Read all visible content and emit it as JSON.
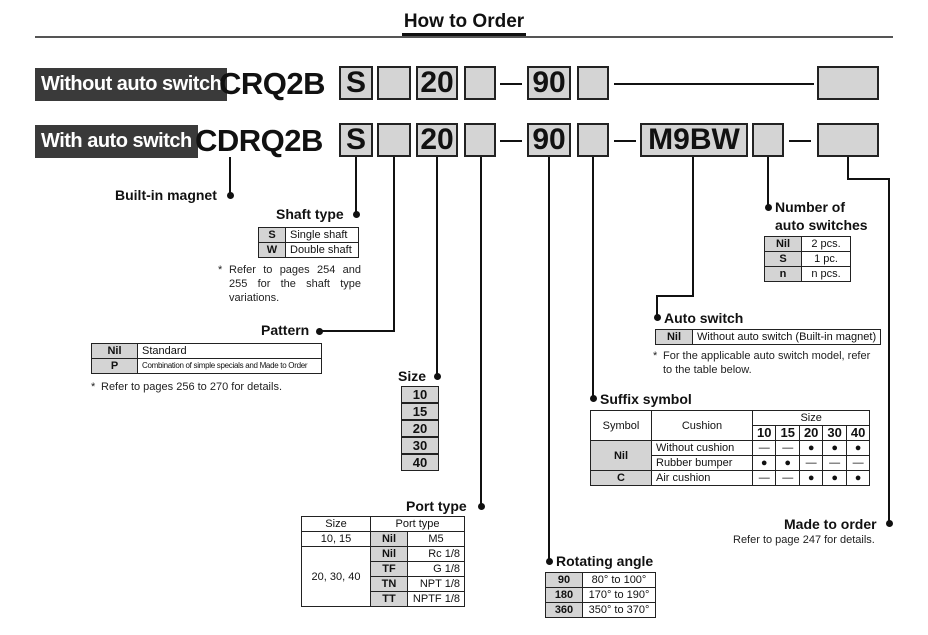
{
  "title": "How to Order",
  "rows": {
    "without_label": "Without auto switch",
    "with_label": "With auto switch",
    "without_prefix": "CRQ2B",
    "with_prefix": "CDRQ2B",
    "shaft_code": "S",
    "size_code": "20",
    "angle_code": "90",
    "switch_code": "M9BW"
  },
  "builtin_magnet": {
    "label": "Built-in magnet"
  },
  "shaft_type": {
    "label": "Shaft type",
    "rows": [
      {
        "code": "S",
        "desc": "Single shaft"
      },
      {
        "code": "W",
        "desc": "Double shaft"
      }
    ],
    "note_mark": "*",
    "note": "Refer to pages 254 and 255 for the shaft type variations."
  },
  "pattern": {
    "label": "Pattern",
    "rows": [
      {
        "code": "Nil",
        "desc": "Standard"
      },
      {
        "code": "P",
        "desc": "Combination of simple specials and Made to Order"
      }
    ],
    "note_mark": "*",
    "note": "Refer to pages 256 to 270 for details."
  },
  "size": {
    "label": "Size",
    "values": [
      "10",
      "15",
      "20",
      "30",
      "40"
    ]
  },
  "port_type": {
    "label": "Port type",
    "header_size": "Size",
    "header_port": "Port type",
    "group1_size": "10, 15",
    "group2_size": "20, 30, 40",
    "rows": [
      {
        "code": "Nil",
        "desc": "M5"
      },
      {
        "code": "Nil",
        "desc": "Rc 1/8"
      },
      {
        "code": "TF",
        "desc": "G 1/8"
      },
      {
        "code": "TN",
        "desc": "NPT 1/8"
      },
      {
        "code": "TT",
        "desc": "NPTF 1/8"
      }
    ]
  },
  "rotating_angle": {
    "label": "Rotating angle",
    "rows": [
      {
        "code": "90",
        "desc": "80° to 100°"
      },
      {
        "code": "180",
        "desc": "170° to 190°"
      },
      {
        "code": "360",
        "desc": "350° to 370°"
      }
    ]
  },
  "suffix_symbol": {
    "label": "Suffix symbol",
    "header_symbol": "Symbol",
    "header_cushion": "Cushion",
    "header_size": "Size",
    "sizes": [
      "10",
      "15",
      "20",
      "30",
      "40"
    ],
    "rows": [
      {
        "symbol": "Nil",
        "cushion": "Without cushion",
        "marks": [
          "—",
          "—",
          "●",
          "●",
          "●"
        ]
      },
      {
        "symbol": "",
        "cushion": "Rubber bumper",
        "marks": [
          "●",
          "●",
          "—",
          "—",
          "—"
        ]
      },
      {
        "symbol": "C",
        "cushion": "Air cushion",
        "marks": [
          "—",
          "—",
          "●",
          "●",
          "●"
        ]
      }
    ]
  },
  "auto_switch": {
    "label": "Auto switch",
    "row": {
      "code": "Nil",
      "desc": "Without auto switch (Built-in magnet)"
    },
    "note_mark": "*",
    "note": "For the applicable auto switch model, refer to the table below."
  },
  "number_switches": {
    "label_line1": "Number of",
    "label_line2": "auto switches",
    "rows": [
      {
        "code": "Nil",
        "desc": "2 pcs."
      },
      {
        "code": "S",
        "desc": "1 pc."
      },
      {
        "code": "n",
        "desc": "n pcs."
      }
    ]
  },
  "made_to_order": {
    "label": "Made to order",
    "note": "Refer to page 247 for details."
  }
}
